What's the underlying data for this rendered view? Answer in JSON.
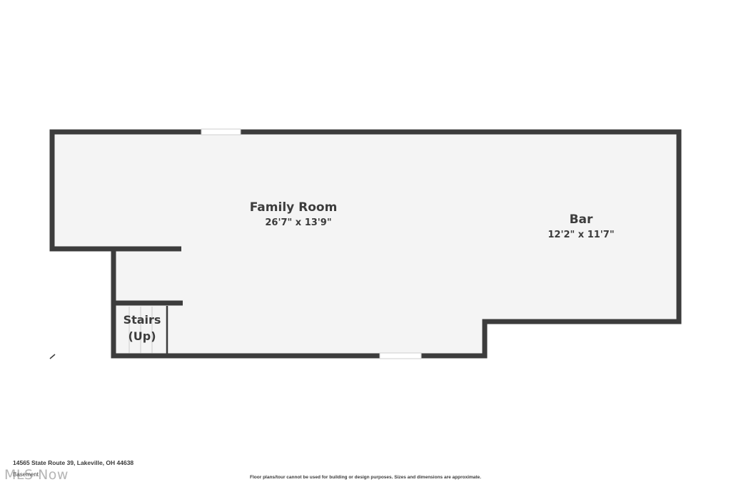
{
  "rooms": {
    "family_room": {
      "name": "Family Room",
      "dimensions": "26'7\" x 13'9\""
    },
    "bar": {
      "name": "Bar",
      "dimensions": "12'2\" x 11'7\""
    },
    "stairs": {
      "line1": "Stairs",
      "line2": "(Up)"
    }
  },
  "footer": {
    "address": "14565 State Route 39, Lakeville, OH 44638",
    "floor_label": "Basement",
    "disclaimer": "Floor plans/tour cannot be used for building or design purposes. Sizes and dimensions are approximate."
  },
  "watermark": "MLS Now",
  "colors": {
    "wall": "#3c3c3c",
    "floor": "#f4f4f4",
    "opening": "#ffffff"
  }
}
